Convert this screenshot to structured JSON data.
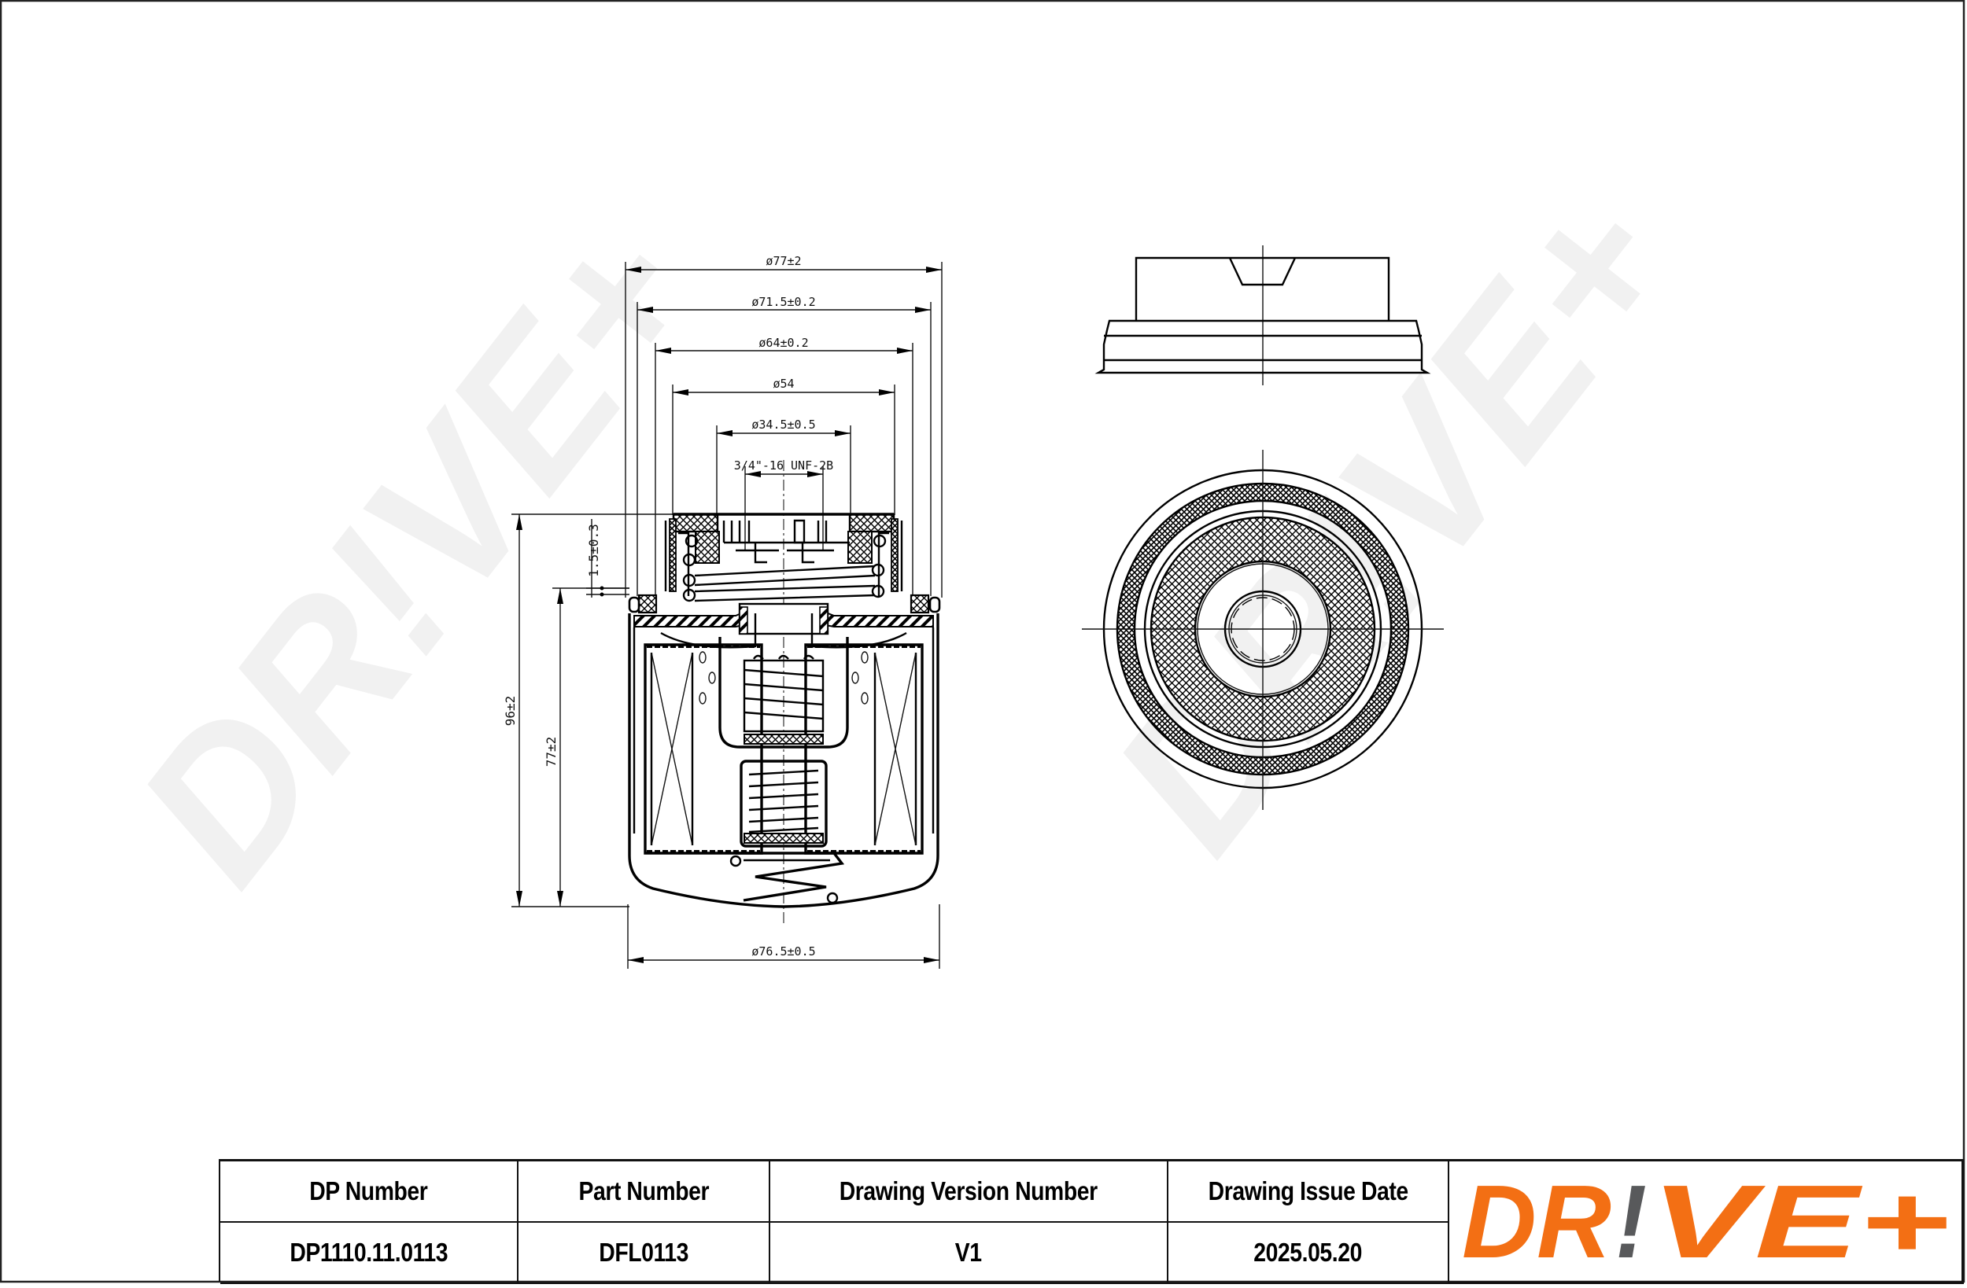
{
  "drawing": {
    "section_view": {
      "dimensions": {
        "outer_diameter": "ø77±2",
        "gasket_outer_diameter": "ø71.5±0.2",
        "gasket_inner_diameter": "ø64±0.2",
        "seal_diameter": "ø54",
        "thread_bore_diameter": "ø34.5±0.5",
        "thread_spec": "3/4\"-16 UNF-2B",
        "total_height": "96±2",
        "body_height": "77±2",
        "gasket_protrusion": "1.5±0.3",
        "can_diameter": "ø76.5±0.5"
      }
    },
    "side_view": {
      "label": ""
    },
    "top_view": {
      "label": ""
    },
    "watermark": "DR!VE+"
  },
  "title_block": {
    "headers": [
      "DP Number",
      "Part Number",
      "Drawing Version Number",
      "Drawing Issue Date"
    ],
    "values": [
      "DP1110.11.0113",
      "DFL0113",
      "V1",
      "2025.05.20"
    ],
    "logo": {
      "text_left": "DR",
      "text_bang": "!",
      "text_right": "VE+",
      "primary_color": "#f36f14",
      "accent_color": "#58595b"
    }
  },
  "colors": {
    "line": "#000000",
    "watermark": "#f1f1f1",
    "background": "#ffffff"
  }
}
